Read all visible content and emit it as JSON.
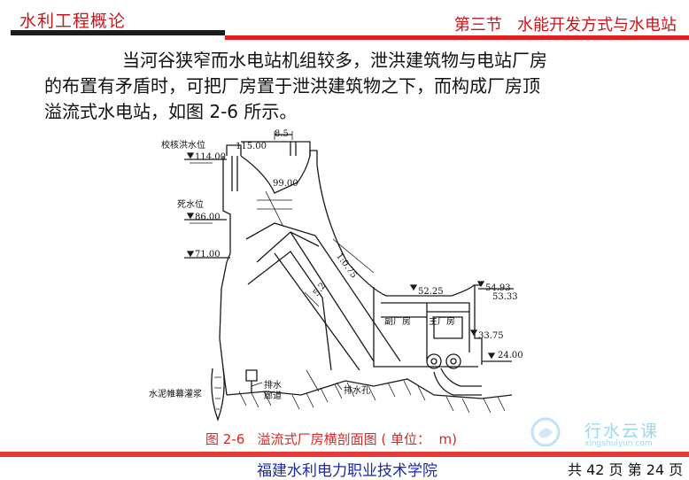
{
  "header": {
    "course_title": "水利工程概论",
    "section_title": "第三节   水能开发方式与水电站"
  },
  "body": {
    "lines": [
      "当河谷狭窄而水电站机组较多，泄洪建筑物与电站厂房",
      "的布置有矛盾时，可把厂房置于泄洪建筑物之下，而构成厂房顶",
      "溢流式水电站，如图 2-6 所示。"
    ]
  },
  "figure": {
    "labels": {
      "check_flood_level": "校核洪水位",
      "el_114": "114.00",
      "el_115": "115.00",
      "dim_85": "8.5",
      "el_99": "99.00",
      "dead_level": "死水位",
      "el_86": "86.00",
      "el_71": "71.00",
      "slope_075": "1:0.75",
      "dim_52": "5.2",
      "el_5225": "52.25",
      "el_5493": "54.93",
      "el_5333": "53.33",
      "aux_house": "副厂房",
      "main_house": "主厂房",
      "el_3375": "33.75",
      "el_24": "24.00",
      "drain_gallery_1": "排水",
      "drain_gallery_2": "廊道",
      "drain_hole": "排水孔",
      "grout_curtain": "水泥帷幕灌浆"
    }
  },
  "caption": "图 2-6   溢流式厂房横剖面图 ( 单位：  m)",
  "footer": {
    "school": "福建水利电力职业技术学院",
    "page": "共 42 页  第 24 页"
  },
  "watermark": {
    "name": "行水云课",
    "url": "xingshuiyun.com"
  },
  "colors": {
    "accent_red": "#c8161d",
    "school_blue": "#1a2aa8",
    "watermark_blue": "#9fd6ee"
  }
}
